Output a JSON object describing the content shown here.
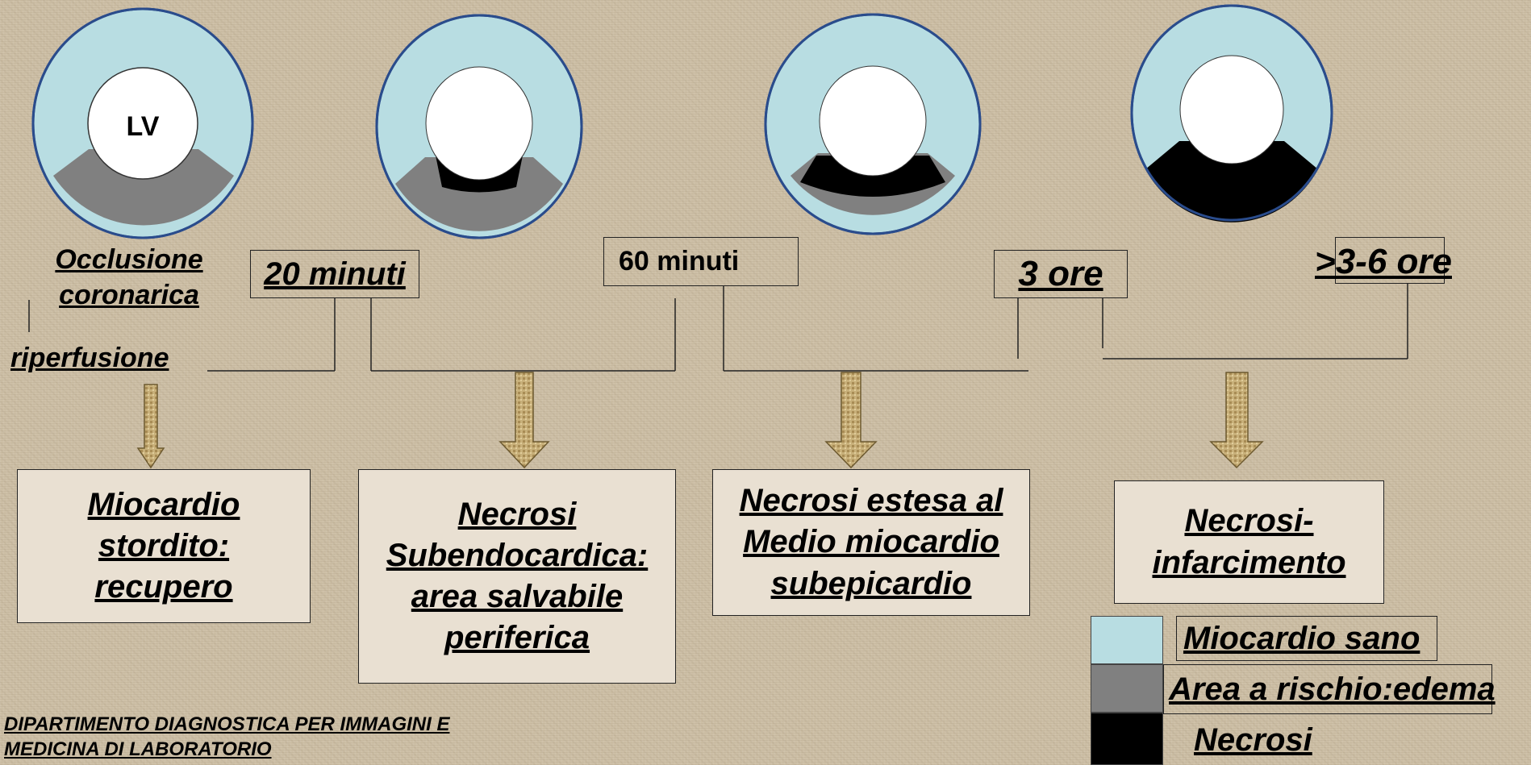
{
  "lv_label": "LV",
  "time_labels": {
    "occlusione": [
      "Occlusione",
      "coronarica"
    ],
    "riperfusione": "riperfusione",
    "t20": "20 minuti",
    "t60": "60 minuti",
    "t3": "3 ore",
    "t36": ">3-6 ore"
  },
  "outcomes": [
    [
      "Miocardio",
      "stordito:",
      "recupero"
    ],
    [
      "Necrosi",
      "Subendocardica:",
      "area salvabile",
      "periferica"
    ],
    [
      "Necrosi estesa al",
      "Medio miocardio",
      "subepicardio"
    ],
    [
      "Necrosi-",
      "infarcimento"
    ]
  ],
  "legend": [
    {
      "label": "Miocardio sano",
      "color": "#b8dde2"
    },
    {
      "label": "Area a rischio:edema",
      "color": "#808080"
    },
    {
      "label": "Necrosi",
      "color": "#000000"
    }
  ],
  "footer": [
    "DIPARTIMENTO DIAGNOSTICA PER IMMAGINI E",
    "MEDICINA DI LABORATORIO"
  ],
  "colors": {
    "healthy": "#b8dde2",
    "risk": "#808080",
    "necrosis": "#000000",
    "lumen": "#ffffff",
    "arrow": "#c8b07a"
  }
}
